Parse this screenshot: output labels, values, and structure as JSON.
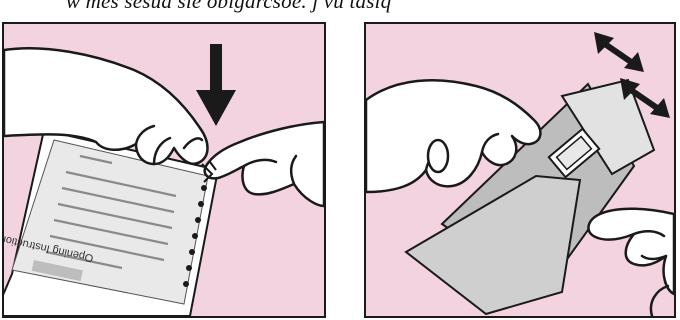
{
  "caption": {
    "text": "w mes sesud sie obigarcsoe. j vu tasiq"
  },
  "panels": {
    "left": {
      "card_label": "Opening Instructions"
    },
    "right": {}
  },
  "colors": {
    "background": "#f2d3df",
    "border": "#1a1a1a",
    "ink": "#1a1a1a",
    "paper": "#ffffff",
    "card_gray": "#d9d9d9",
    "sachet_gray": "#bdbdbd"
  },
  "icons": {
    "left": [
      "down-arrow-icon",
      "hand-icon",
      "hand-icon",
      "instruction-card"
    ],
    "right": [
      "double-arrow-icon",
      "hand-icon",
      "hand-icon",
      "peel-sachet"
    ]
  }
}
